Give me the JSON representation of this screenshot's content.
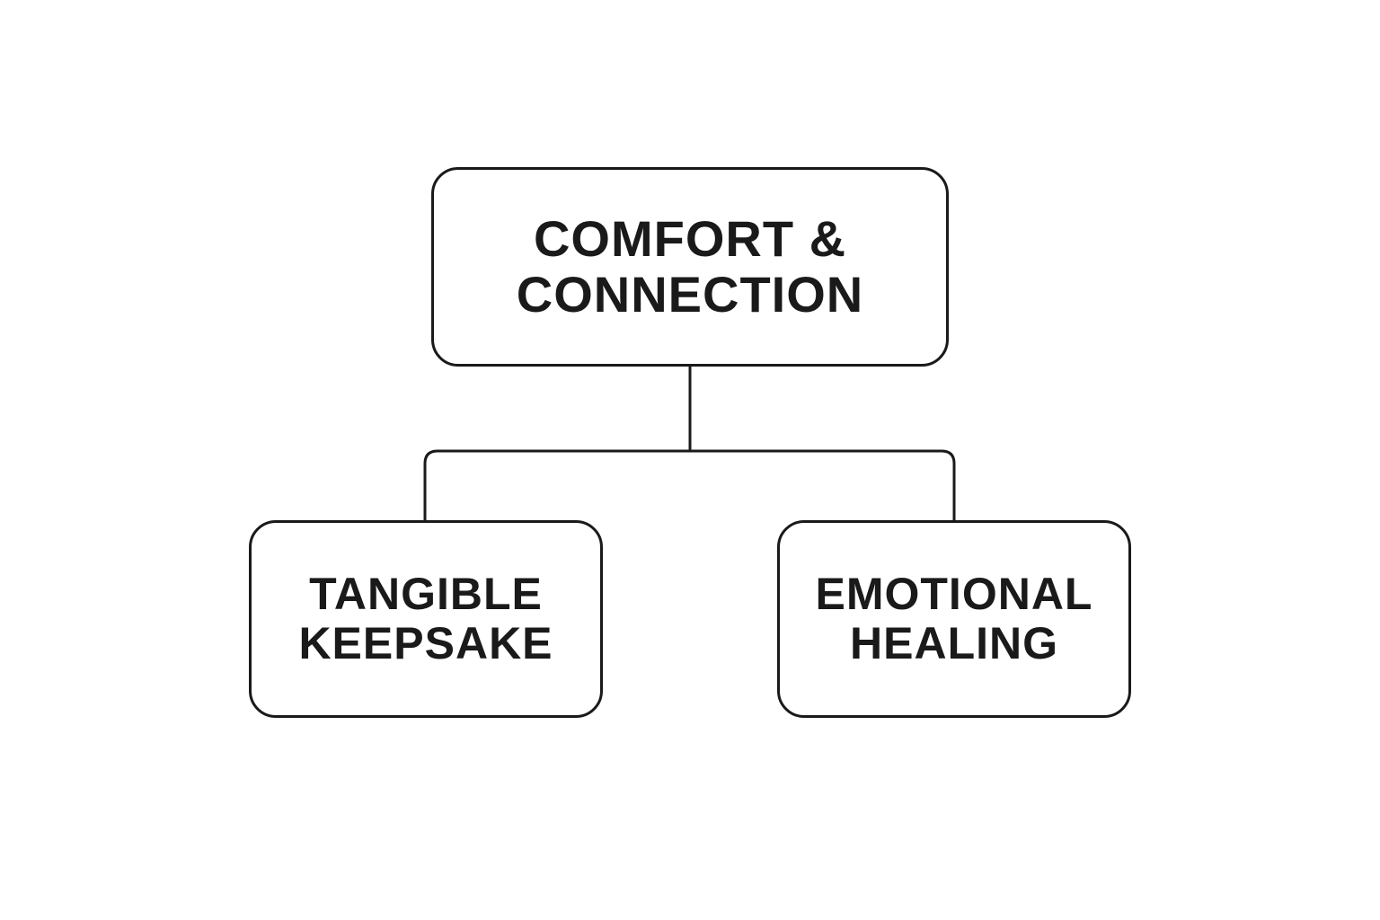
{
  "diagram": {
    "root": {
      "lines": [
        "COMFORT &",
        "CONNECTION"
      ]
    },
    "children": [
      {
        "lines": [
          "TANGIBLE",
          "KEEPSAKE"
        ]
      },
      {
        "lines": [
          "EMOTIONAL",
          "HEALING"
        ]
      }
    ]
  },
  "colors": {
    "stroke": "#1a1a1a",
    "background": "#ffffff"
  }
}
